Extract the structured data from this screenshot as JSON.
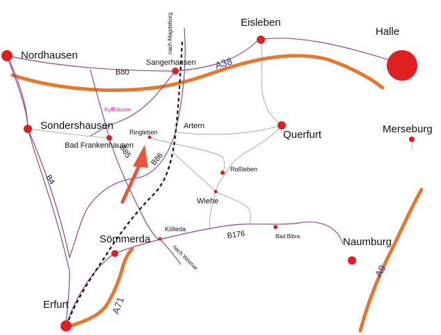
{
  "colors": {
    "road": "#9b3f91",
    "motorway": "#e8772e",
    "city": "#e02020",
    "small_road": "#7a7a7a",
    "arrow": "#e8553a",
    "region": "#c52aa6",
    "motorway_label": "#2c3e8f"
  },
  "cities": {
    "nordhausen": "Nordhausen",
    "eisleben": "Eisleben",
    "halle": "Halle",
    "sangerhausen": "Sangerhausen",
    "sondershausen": "Sondershausen",
    "artern": "Artern",
    "querfurt": "Querfurt",
    "merseburg": "Merseburg",
    "ringleben": "Ringleben",
    "bad_frankenhausen": "Bad Frankenhausen",
    "rossleben": "Roßleben",
    "wiehe": "Wiehe",
    "koelleda": "Kölleda",
    "soemmerda": "Sömmerda",
    "bad_bibra": "Bad Bibra",
    "naumburg": "Naumburg",
    "erfurt": "Erfurt"
  },
  "regions": {
    "kyffhaeuser": "Kyffhäuser"
  },
  "roads": {
    "b80": "B80",
    "b85": "B85",
    "b86": "B86",
    "b4": "B4",
    "b176": "B176"
  },
  "motorways": {
    "a38": "A38",
    "a71": "A71",
    "a9": "A9"
  },
  "directions": {
    "nach_magdeburg": "nach Magdeburg",
    "nach_weimar": "nach Weimar"
  }
}
